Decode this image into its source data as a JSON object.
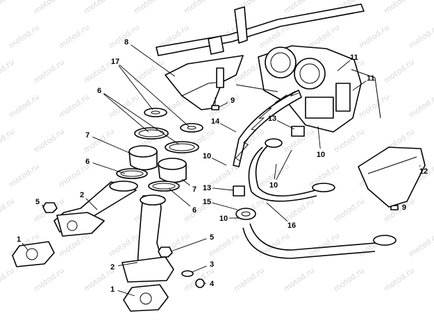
{
  "diagram": {
    "watermark_text": "motod.ru",
    "callouts": [
      {
        "id": "c1a",
        "text": "1"
      },
      {
        "id": "c1b",
        "text": "1"
      },
      {
        "id": "c2a",
        "text": "2"
      },
      {
        "id": "c2b",
        "text": "2"
      },
      {
        "id": "c3",
        "text": "3"
      },
      {
        "id": "c4",
        "text": "4"
      },
      {
        "id": "c5a",
        "text": "5"
      },
      {
        "id": "c5b",
        "text": "5"
      },
      {
        "id": "c6a",
        "text": "6"
      },
      {
        "id": "c6b",
        "text": "6"
      },
      {
        "id": "c6c",
        "text": "6"
      },
      {
        "id": "c7a",
        "text": "7"
      },
      {
        "id": "c7b",
        "text": "7"
      },
      {
        "id": "c8",
        "text": "8"
      },
      {
        "id": "c9a",
        "text": "9"
      },
      {
        "id": "c9b",
        "text": "9"
      },
      {
        "id": "c10a",
        "text": "10"
      },
      {
        "id": "c10b",
        "text": "10"
      },
      {
        "id": "c10c",
        "text": "10"
      },
      {
        "id": "c10d",
        "text": "10"
      },
      {
        "id": "c11a",
        "text": "11"
      },
      {
        "id": "c11b",
        "text": "11"
      },
      {
        "id": "c12",
        "text": "12"
      },
      {
        "id": "c13a",
        "text": "13"
      },
      {
        "id": "c13b",
        "text": "13"
      },
      {
        "id": "c14",
        "text": "14"
      },
      {
        "id": "c15",
        "text": "15"
      },
      {
        "id": "c16",
        "text": "16"
      },
      {
        "id": "c17",
        "text": "17"
      }
    ]
  }
}
